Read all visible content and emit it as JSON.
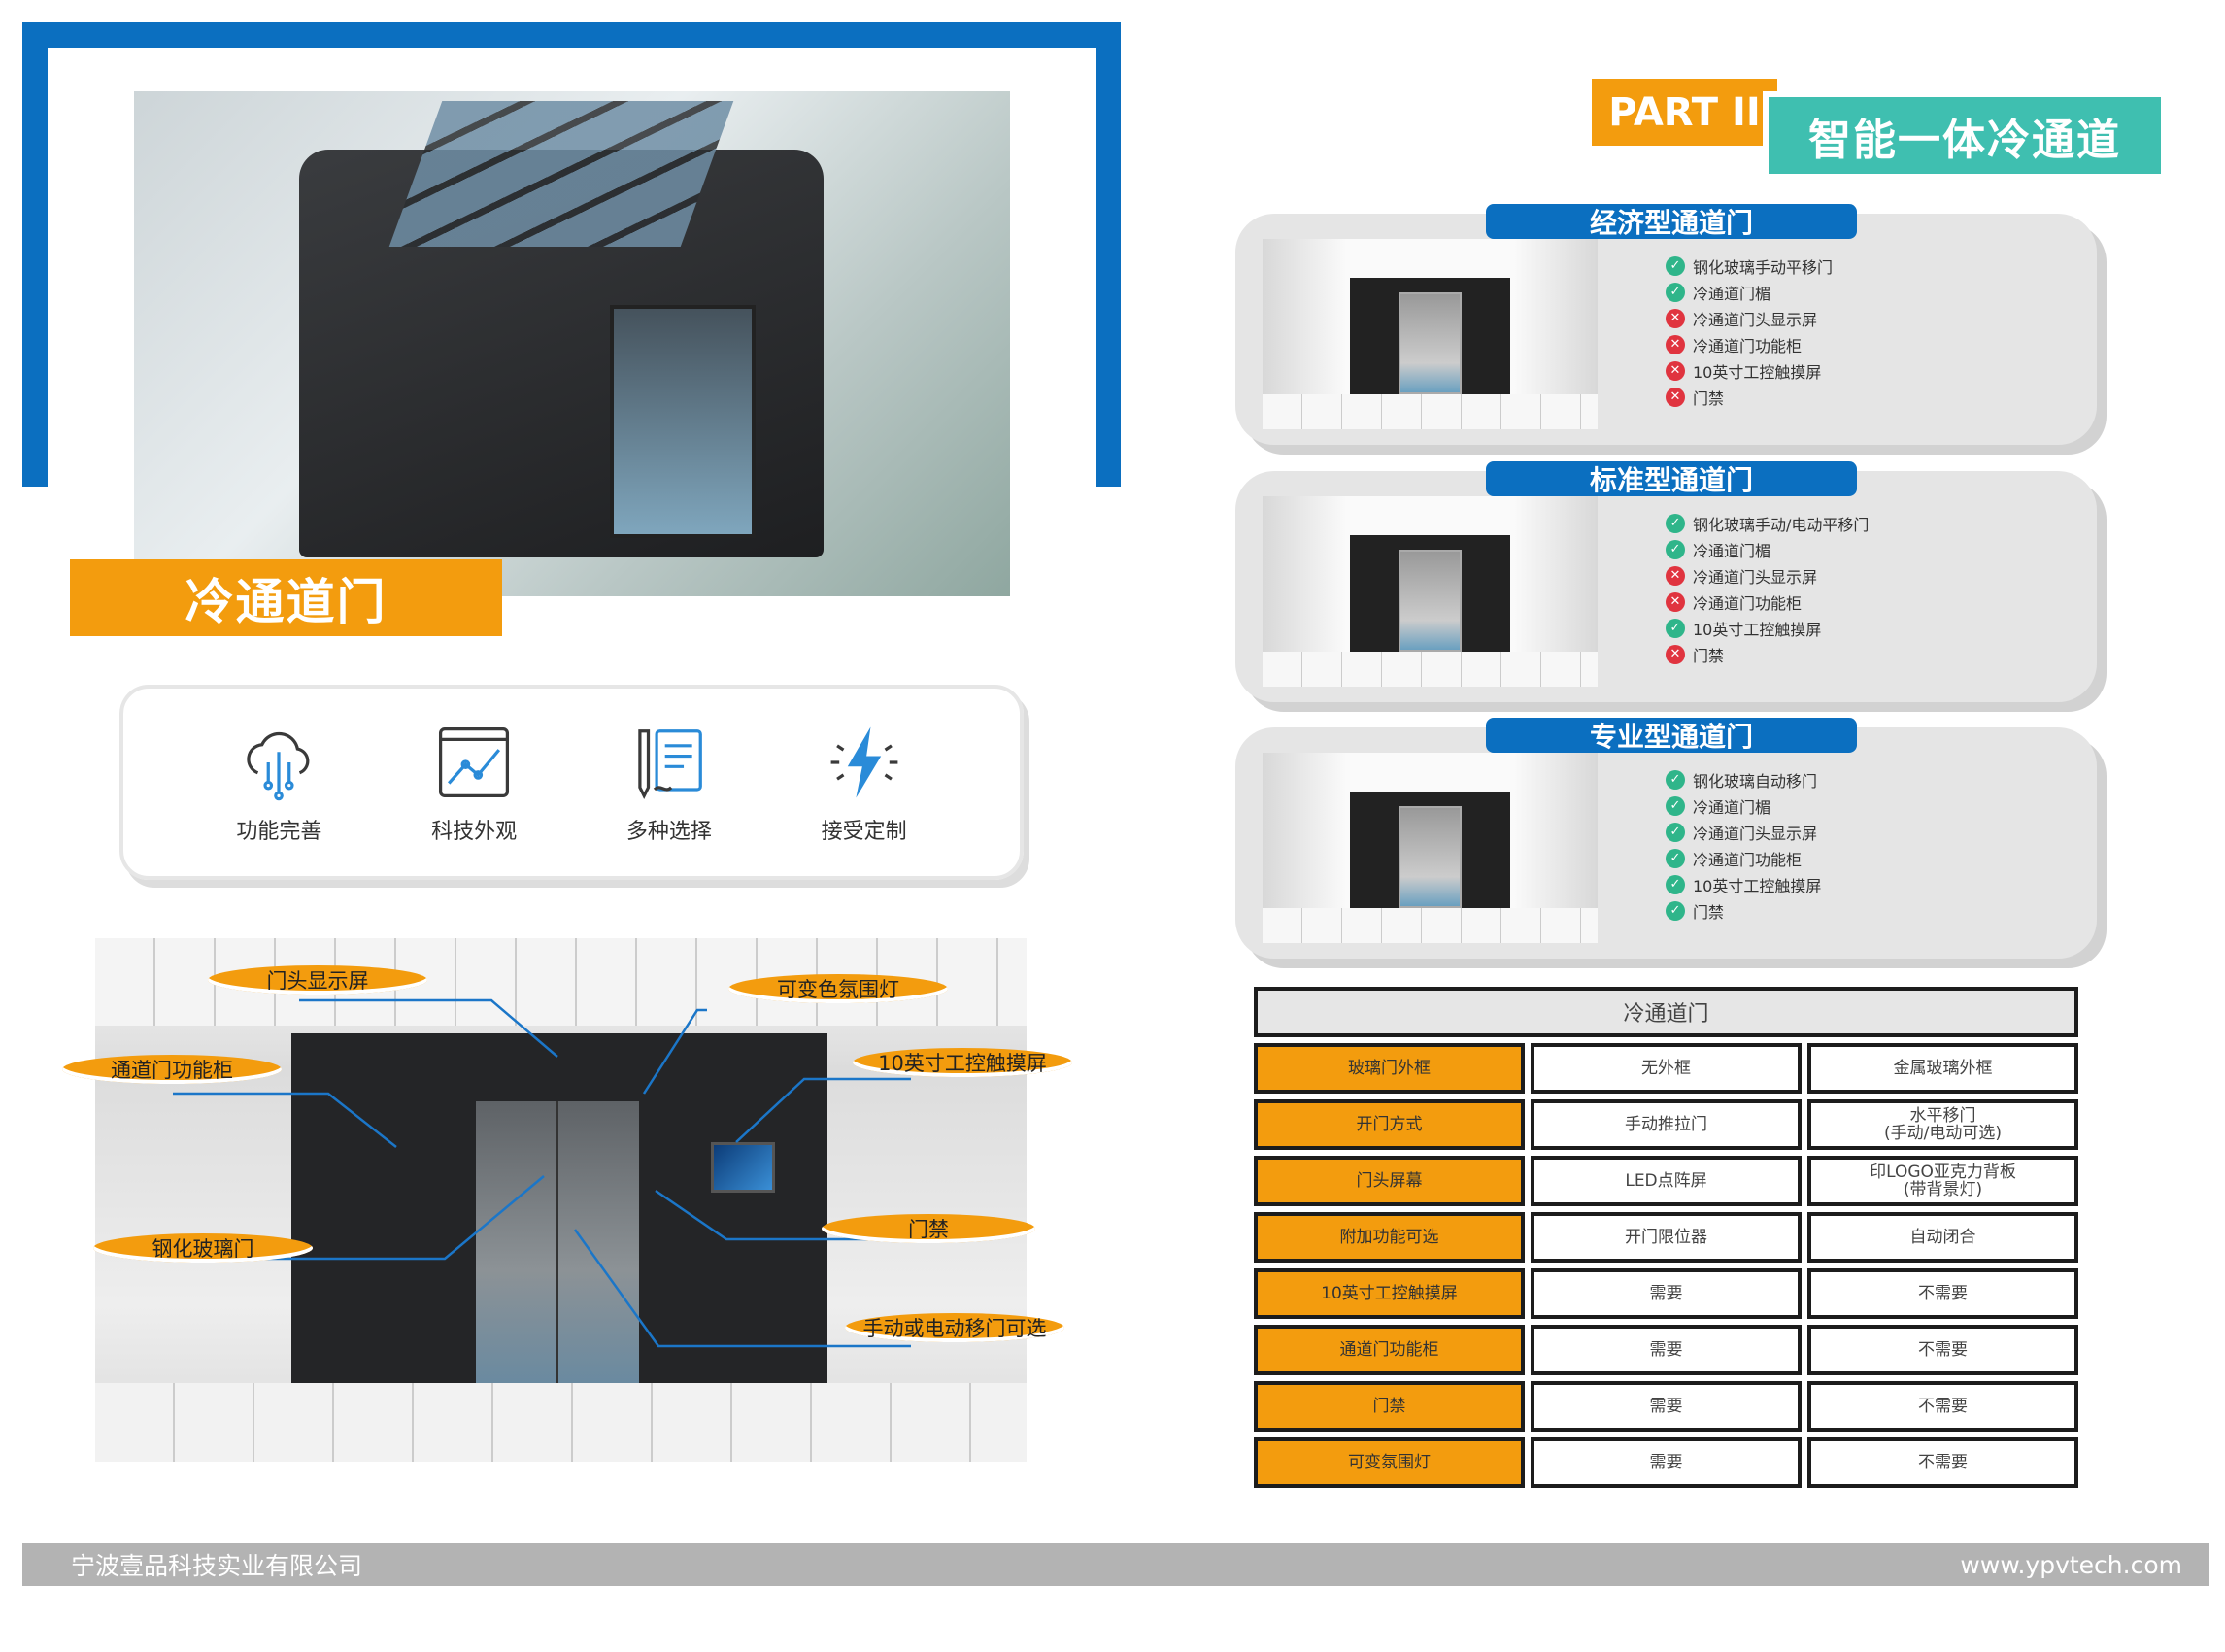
{
  "hero": {
    "title": "冷通道门"
  },
  "features": [
    {
      "label": "功能完善",
      "icon": "cloud-circuit-icon"
    },
    {
      "label": "科技外观",
      "icon": "chart-window-icon"
    },
    {
      "label": "多种选择",
      "icon": "pen-document-icon"
    },
    {
      "label": "接受定制",
      "icon": "lightning-icon"
    }
  ],
  "callouts": {
    "header_display": "门头显示屏",
    "ambient_light": "可变色氛围灯",
    "function_cabinet": "通道门功能柜",
    "touch_screen": "10英寸工控触摸屏",
    "tempered_glass": "钢化玻璃门",
    "access_control": "门禁",
    "sliding_option": "手动或电动移门可选"
  },
  "heading": {
    "part": "PART II",
    "title": "智能一体冷通道"
  },
  "panels": [
    {
      "title": "经济型通道门",
      "items": [
        {
          "t": "钢化玻璃手动平移门",
          "ok": true
        },
        {
          "t": "冷通道门楣",
          "ok": true
        },
        {
          "t": "冷通道门头显示屏",
          "ok": false
        },
        {
          "t": "冷通道门功能柜",
          "ok": false
        },
        {
          "t": "10英寸工控触摸屏",
          "ok": false
        },
        {
          "t": "门禁",
          "ok": false
        }
      ]
    },
    {
      "title": "标准型通道门",
      "items": [
        {
          "t": "钢化玻璃手动/电动平移门",
          "ok": true
        },
        {
          "t": "冷通道门楣",
          "ok": true
        },
        {
          "t": "冷通道门头显示屏",
          "ok": false
        },
        {
          "t": "冷通道门功能柜",
          "ok": false
        },
        {
          "t": "10英寸工控触摸屏",
          "ok": true
        },
        {
          "t": "门禁",
          "ok": false
        }
      ]
    },
    {
      "title": "专业型通道门",
      "items": [
        {
          "t": "钢化玻璃自动移门",
          "ok": true
        },
        {
          "t": "冷通道门楣",
          "ok": true
        },
        {
          "t": "冷通道门头显示屏",
          "ok": true
        },
        {
          "t": "冷通道门功能柜",
          "ok": true
        },
        {
          "t": "10英寸工控触摸屏",
          "ok": true
        },
        {
          "t": "门禁",
          "ok": true
        }
      ]
    }
  ],
  "table": {
    "header": "冷通道门",
    "rows": [
      [
        "玻璃门外框",
        "无外框",
        "金属玻璃外框"
      ],
      [
        "开门方式",
        "手动推拉门",
        "水平移门\n(手动/电动可选)"
      ],
      [
        "门头屏幕",
        "LED点阵屏",
        "印LOGO亚克力背板\n(带背景灯)"
      ],
      [
        "附加功能可选",
        "开门限位器",
        "自动闭合"
      ],
      [
        "10英寸工控触摸屏",
        "需要",
        "不需要"
      ],
      [
        "通道门功能柜",
        "需要",
        "不需要"
      ],
      [
        "门禁",
        "需要",
        "不需要"
      ],
      [
        "可变氛围灯",
        "需要",
        "不需要"
      ]
    ]
  },
  "footer": {
    "company": "宁波壹品科技实业有限公司",
    "website": "www.ypvtech.com"
  }
}
